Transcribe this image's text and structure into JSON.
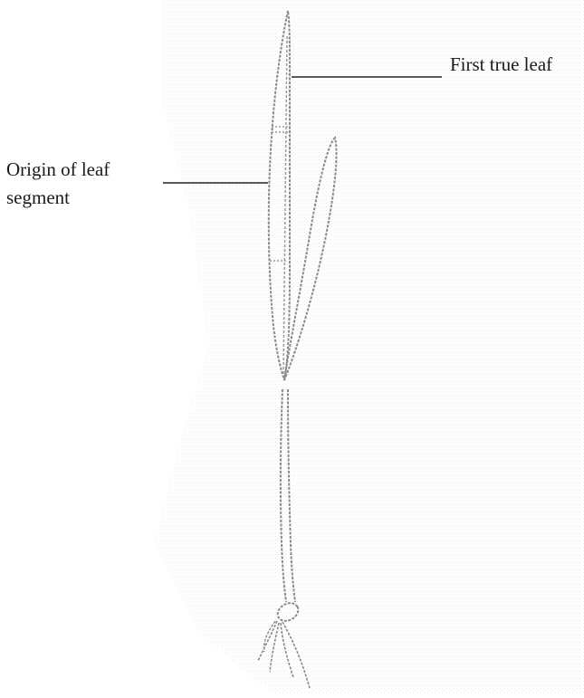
{
  "labels": {
    "first_true_leaf": "First true leaf",
    "origin_of_leaf_segment_line1": "Origin of leaf",
    "origin_of_leaf_segment_line2": "segment"
  },
  "colors": {
    "stipple": "#d8d8d8",
    "outline": "#8a8a8a",
    "leader": "#222222",
    "text": "#1a1a1a"
  }
}
